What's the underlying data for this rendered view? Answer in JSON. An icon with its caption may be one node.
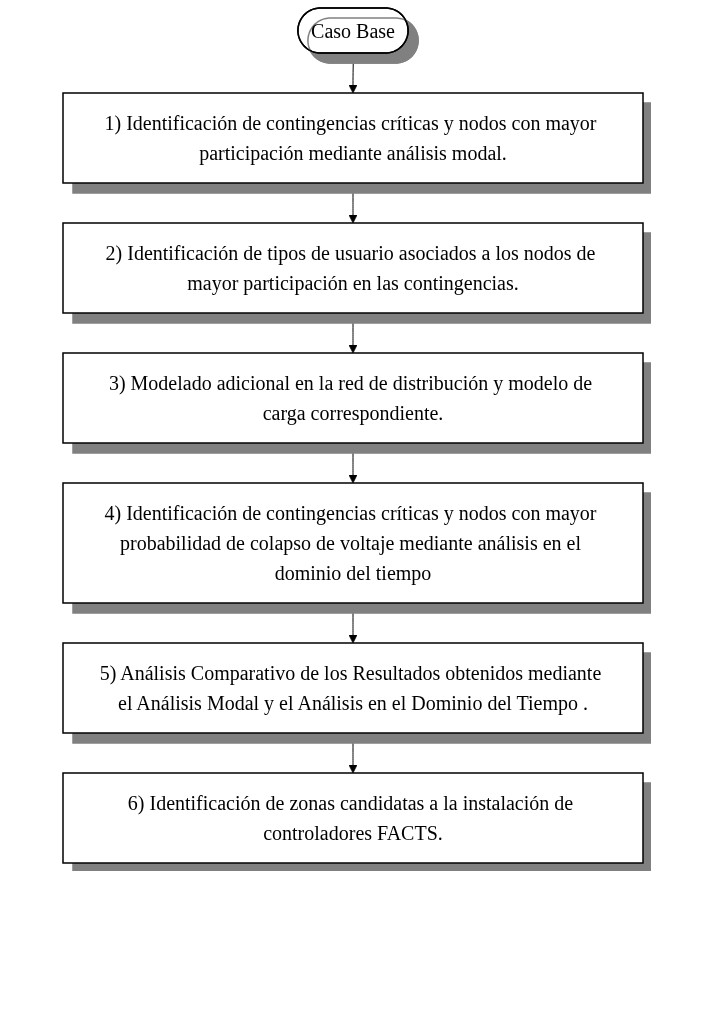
{
  "diagram": {
    "nodes": [
      {
        "text": [
          "Caso Base"
        ]
      },
      {
        "text": [
          "1) Identificación de contingencias críticas y nodos con mayor participación mediante análisis modal."
        ]
      },
      {
        "text": [
          "2) Identificación de tipos de usuario asociados a los nodos de mayor participación en las contingencias."
        ]
      },
      {
        "text": [
          "3) Modelado adicional en la red de distribución y modelo de carga correspondiente."
        ]
      },
      {
        "text": [
          "4) Identificación de contingencias críticas y nodos con mayor probabilidad de colapso de voltaje mediante análisis en el dominio del tiempo"
        ]
      },
      {
        "text": [
          "5) Análisis Comparativo de los Resultados obtenidos mediante el Análisis Modal y el Análisis en el Dominio del Tiempo ."
        ]
      },
      {
        "text": [
          "6) Identificación de zonas candidatas a la instalación de controladores FACTS."
        ]
      }
    ],
    "edges": [
      {
        "from": 0,
        "to": 1,
        "arrow": "to"
      },
      {
        "from": 1,
        "to": 2,
        "arrow": "to"
      },
      {
        "from": 2,
        "to": 3,
        "arrow": "to"
      },
      {
        "from": 3,
        "to": 4,
        "arrow": "to"
      },
      {
        "from": 4,
        "to": 5,
        "arrow": "to"
      },
      {
        "from": 5,
        "to": 6,
        "arrow": "to"
      }
    ]
  }
}
